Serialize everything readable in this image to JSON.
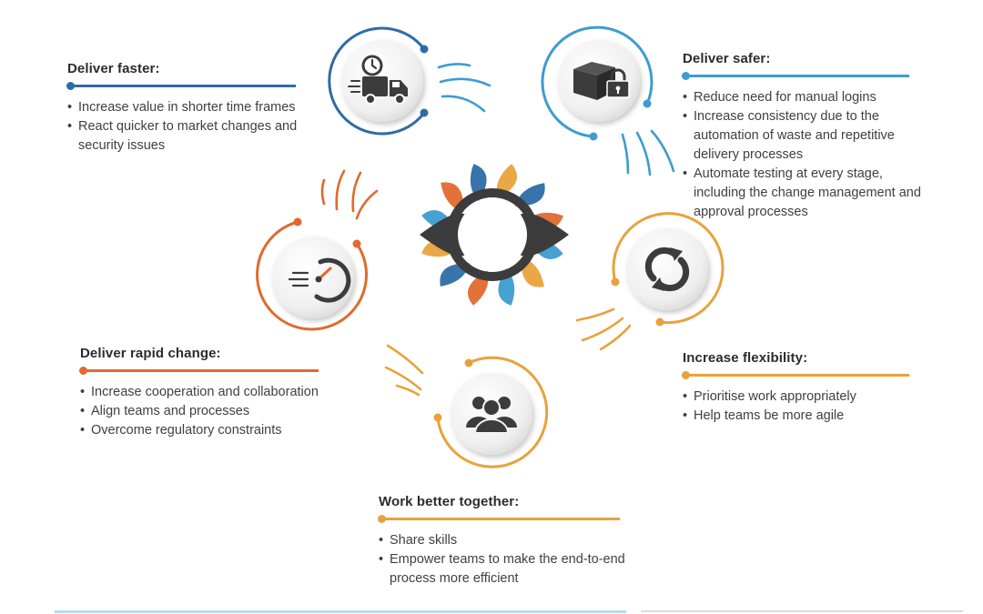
{
  "colors": {
    "blue_dark": "#2e6ba6",
    "blue_light": "#3d9cd0",
    "orange": "#e8a23c",
    "orange_red": "#e06a2e",
    "dark": "#3c3c3c"
  },
  "icons": {
    "faster": "delivery-truck-clock-icon",
    "safer": "locked-box-icon",
    "flexibility": "cycle-arrows-icon",
    "together": "team-group-icon",
    "rapid": "speedometer-icon",
    "center": "petal-emblem-icon"
  },
  "blocks": {
    "faster": {
      "title": "Deliver faster:",
      "items": [
        "Increase value in shorter time frames",
        "React quicker to market changes and security issues"
      ]
    },
    "safer": {
      "title": "Deliver safer:",
      "items": [
        "Reduce need for manual logins",
        "Increase consistency due to the automation of waste and repetitive delivery processes",
        "Automate testing at every stage, including the change management and approval processes"
      ]
    },
    "flexibility": {
      "title": "Increase flexibility:",
      "items": [
        "Prioritise work appropriately",
        "Help teams be more agile"
      ]
    },
    "together": {
      "title": "Work better together:",
      "items": [
        "Share skills",
        "Empower teams to make the end-to-end process more efficient"
      ]
    },
    "rapid": {
      "title": "Deliver rapid change:",
      "items": [
        "Increase cooperation and collaboration",
        "Align teams and processes",
        "Overcome regulatory constraints"
      ]
    }
  }
}
